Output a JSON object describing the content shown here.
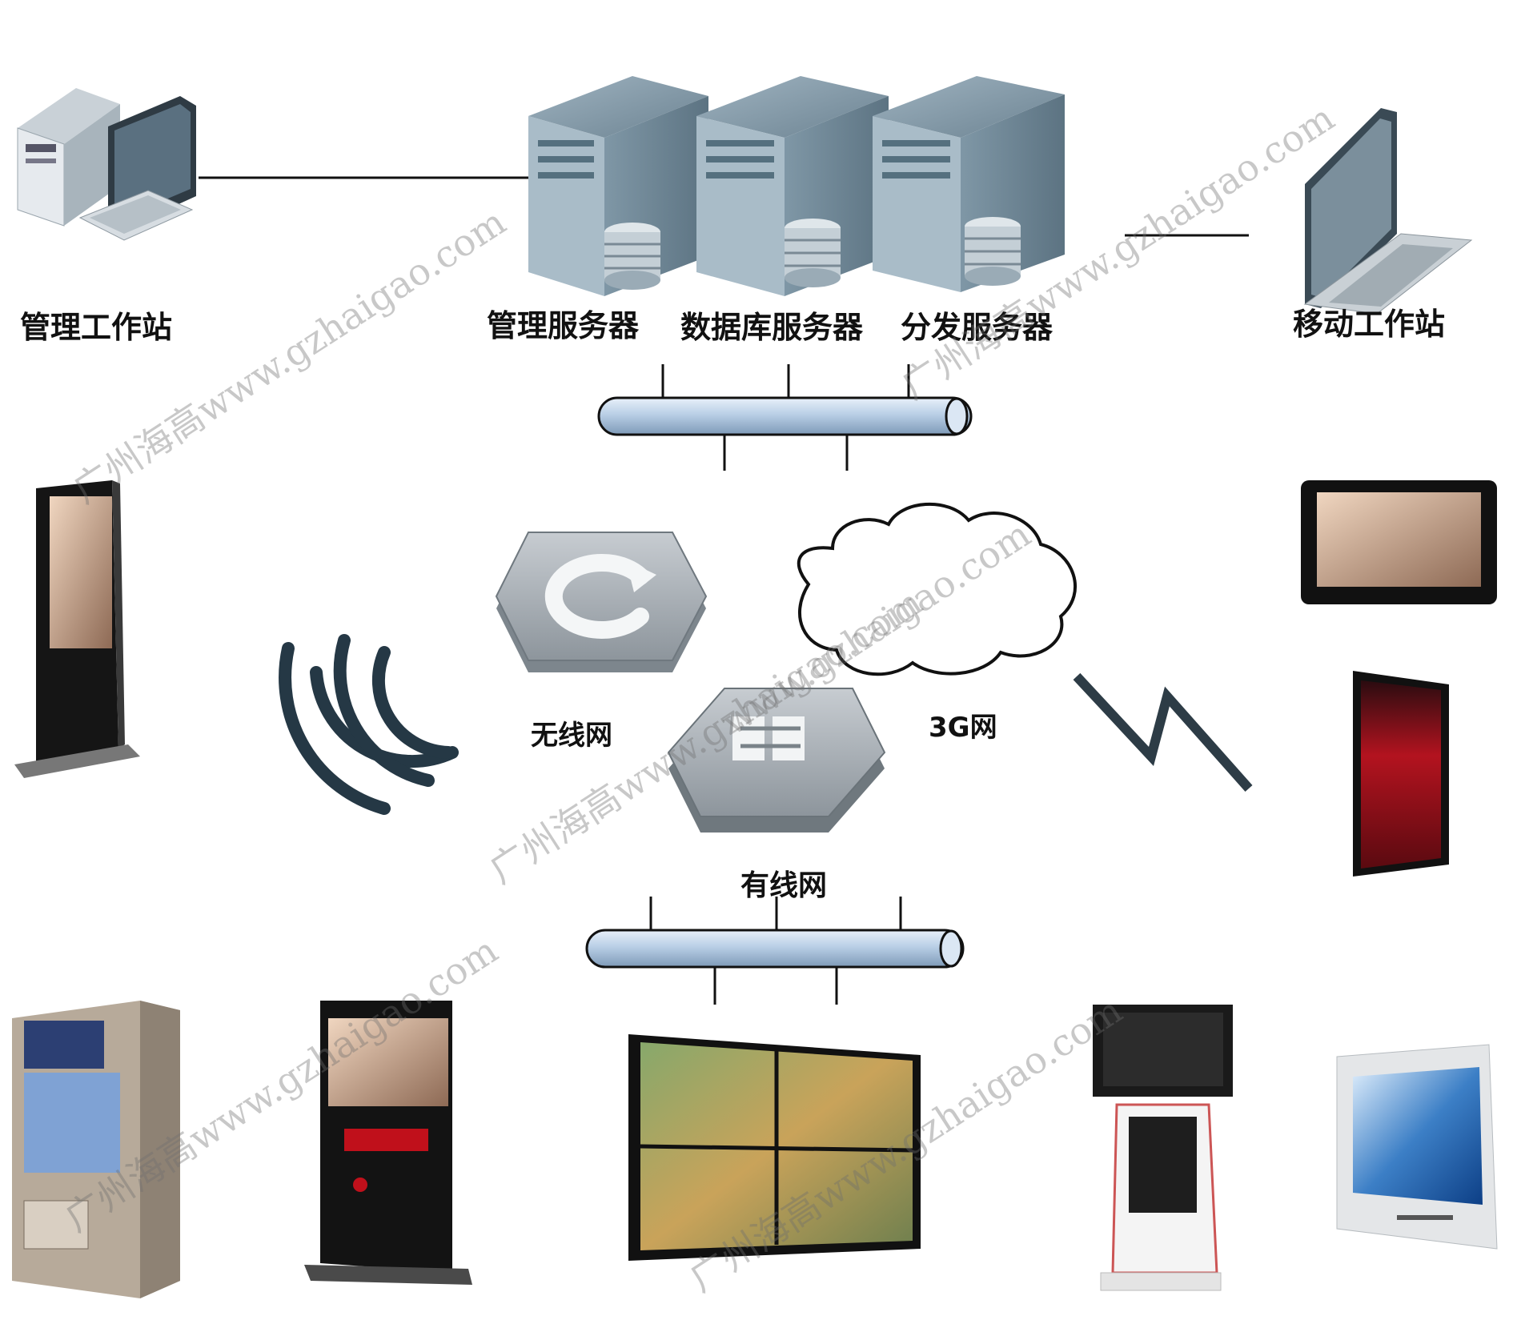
{
  "nodes": {
    "management_workstation": "管理工作站",
    "management_server": "管理服务器",
    "database_server": "数据库服务器",
    "distribution_server": "分发服务器",
    "mobile_workstation": "移动工作站",
    "wireless_network": "无线网",
    "network_3g": "3G网",
    "wired_network": "有线网"
  },
  "watermarks": [
    "广州海高www.gzhaigao.com",
    "广州海高www.gzhaigao.com",
    "www.gzhaigao.com",
    "广州海高www.gzhaigao.com",
    "广州海高www.gzhaigao.com",
    "广州海高www.gzhaigao.com"
  ],
  "colors": {
    "bus_fill": "#b9cfe6",
    "server_dark": "#5e7584",
    "wifi_arc": "#253845",
    "line": "#111111"
  }
}
